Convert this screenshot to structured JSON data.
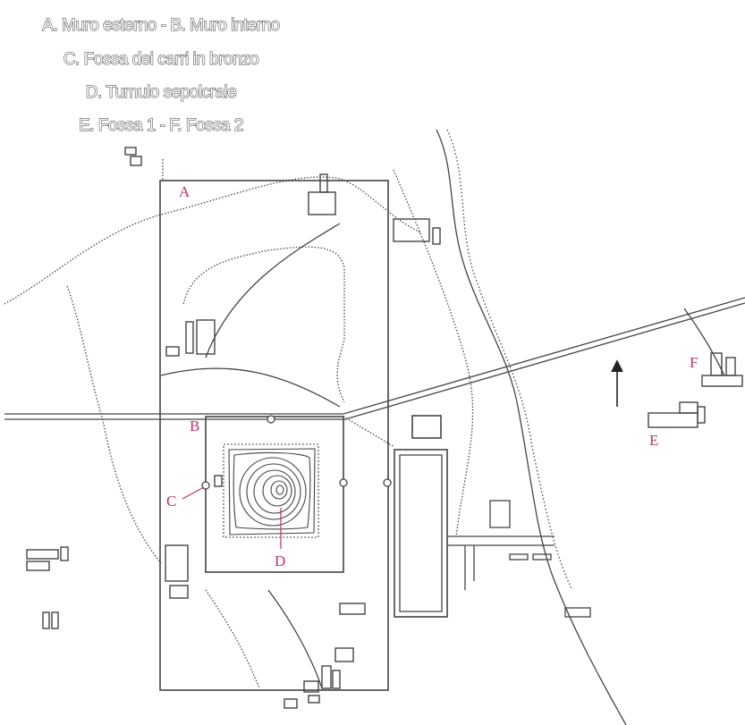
{
  "legend": {
    "line1": "A. Muro esterno  -  B. Muro interno",
    "line2": "C. Fossa dei carri in bronzo",
    "line3": "D. Tumulo sepolcrale",
    "line4": "E. Fossa 1  -  F. Fossa 2"
  },
  "labels": {
    "A": "A",
    "B": "B",
    "C": "C",
    "D": "D",
    "E": "E",
    "F": "F"
  },
  "colors": {
    "label": "#c0306a",
    "lines": "#444444"
  },
  "north_arrow": "north-arrow-icon"
}
